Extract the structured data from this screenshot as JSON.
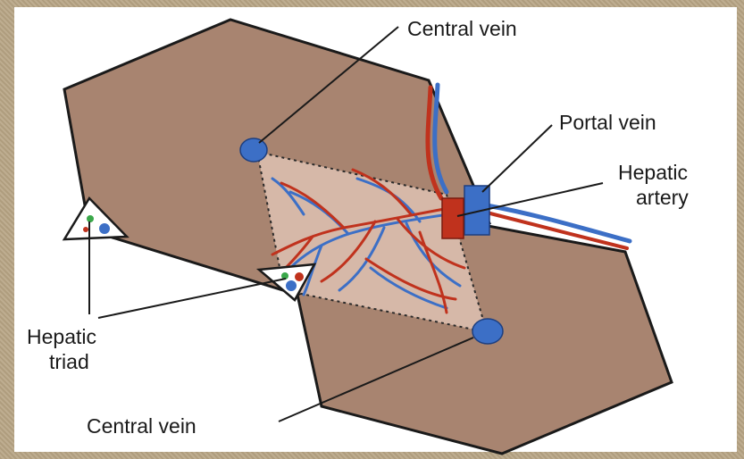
{
  "labels": {
    "central_vein_top": "Central vein",
    "portal_vein": "Portal vein",
    "hepatic_artery_line1": "Hepatic",
    "hepatic_artery_line2": "artery",
    "hepatic_triad_line1": "Hepatic",
    "hepatic_triad_line2": "triad",
    "central_vein_bottom": "Central vein"
  },
  "colors": {
    "lobule": "#a88470",
    "lobule_outline": "#1a1a1a",
    "vein": "#3c6fc6",
    "artery": "#c0321d",
    "frame": "#bba98a"
  }
}
